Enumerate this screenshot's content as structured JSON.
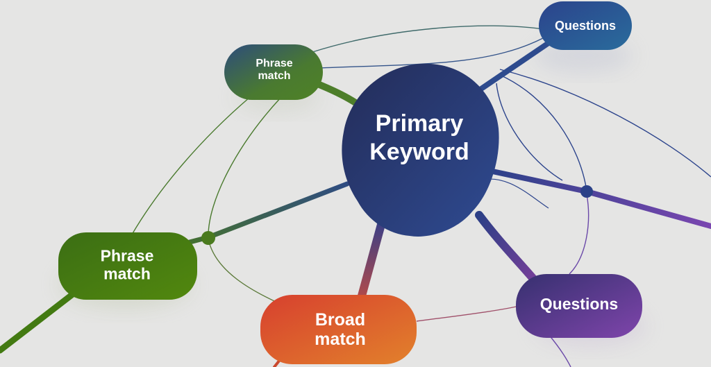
{
  "diagram": {
    "type": "keyword-mind-map",
    "background": "#e5e5e4",
    "nodes": [
      {
        "id": "primary",
        "label_lines": [
          "Primary",
          "Keyword"
        ],
        "colors": [
          "#232f5c",
          "#2e4a8f"
        ]
      },
      {
        "id": "phrase-top",
        "label_lines": [
          "Phrase",
          "match"
        ],
        "colors": [
          "#2f4f7a",
          "#4d7e2a"
        ]
      },
      {
        "id": "questions-top",
        "label_lines": [
          "Questions"
        ],
        "colors": [
          "#2b4a8f",
          "#2a6a9a"
        ]
      },
      {
        "id": "phrase-left",
        "label_lines": [
          "Phrase",
          "match"
        ],
        "colors": [
          "#3f7412",
          "#4f8a10"
        ]
      },
      {
        "id": "broad",
        "label_lines": [
          "Broad",
          "match"
        ],
        "colors": [
          "#d9482e",
          "#e07c2c"
        ]
      },
      {
        "id": "questions-bottom",
        "label_lines": [
          "Questions"
        ],
        "colors": [
          "#3a2f7a",
          "#7a42a8"
        ]
      }
    ],
    "edges": [
      {
        "from": "primary",
        "to": "phrase-top"
      },
      {
        "from": "primary",
        "to": "questions-top"
      },
      {
        "from": "primary",
        "to": "phrase-left"
      },
      {
        "from": "primary",
        "to": "broad"
      },
      {
        "from": "primary",
        "to": "questions-bottom"
      },
      {
        "from": "primary",
        "to": "offscreen-right"
      },
      {
        "from": "phrase-top",
        "to": "questions-top"
      },
      {
        "from": "phrase-top",
        "to": "phrase-left"
      },
      {
        "from": "phrase-left",
        "to": "broad"
      },
      {
        "from": "broad",
        "to": "questions-bottom"
      },
      {
        "from": "questions-top",
        "to": "questions-bottom"
      }
    ]
  }
}
